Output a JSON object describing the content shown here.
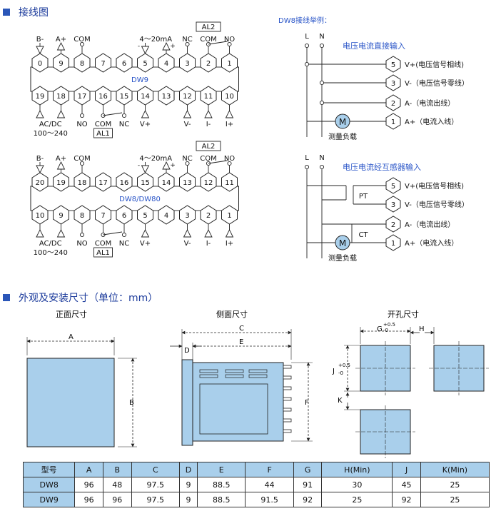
{
  "sections": {
    "wiring": "接线图",
    "dims": "外观及安装尺寸（单位：mm）"
  },
  "dw9": {
    "model": "DW9",
    "top_terminals": [
      "0",
      "9",
      "8",
      "7",
      "6",
      "5",
      "4",
      "3",
      "2",
      "1"
    ],
    "bottom_terminals": [
      "19",
      "18",
      "17",
      "16",
      "15",
      "14",
      "13",
      "12",
      "11",
      "10"
    ],
    "labels": {
      "bminus": "B-",
      "aplus": "A+",
      "com": "COM",
      "ma": "4～20mA",
      "minus": "-",
      "plus": "+",
      "nc": "NC",
      "com2": "COM",
      "no": "NO",
      "al2": "AL2",
      "acdc": "AC/DC",
      "range": "100～240",
      "no2": "NO",
      "com3": "COM",
      "nc2": "NC",
      "al1": "AL1",
      "vplus": "V+",
      "vminus": "V-",
      "iminus": "I-",
      "iplus": "I+"
    }
  },
  "dw8": {
    "model": "DW8/DW80",
    "top_terminals": [
      "20",
      "19",
      "18",
      "17",
      "16",
      "15",
      "14",
      "13",
      "12",
      "11"
    ],
    "bottom_terminals": [
      "10",
      "9",
      "8",
      "7",
      "6",
      "5",
      "4",
      "3",
      "2",
      "1"
    ],
    "labels": {
      "bminus": "B-",
      "aplus": "A+",
      "com": "COM",
      "ma": "4～20mA",
      "minus": "-",
      "plus": "+",
      "nc": "NC",
      "com2": "COM",
      "no": "NO",
      "al2": "AL2",
      "acdc": "AC/DC",
      "range": "100～240",
      "no2": "NO",
      "com3": "COM",
      "nc2": "NC",
      "al1": "AL1",
      "vplus": "V+",
      "vminus": "V-",
      "iminus": "I-",
      "iplus": "I+"
    }
  },
  "example": {
    "title": "DW8接线举例：",
    "L": "L",
    "N": "N",
    "direct_title": "电压电流直接输入",
    "ct_title": "电压电流经互感器输入",
    "terms": [
      "5",
      "3",
      "2",
      "1"
    ],
    "term_labels": [
      "V+(电压信号相线)",
      "V-（电压信号零线）",
      "A-（电流出线）",
      "A+（电流入线）"
    ],
    "motor": "M",
    "load": "测量负载",
    "pt": "PT",
    "ct": "CT"
  },
  "views": {
    "front": "正面尺寸",
    "side": "侧面尺寸",
    "cutout": "开孔尺寸",
    "A": "A",
    "B": "B",
    "C": "C",
    "D": "D",
    "E": "E",
    "F": "F",
    "G": "G",
    "G_tol_plus": "+0.5",
    "G_tol_minus": "-0",
    "H": "H",
    "J": "J",
    "J_tol_plus": "+0.5",
    "J_tol_minus": "-0",
    "K": "K"
  },
  "table": {
    "headers": [
      "型号",
      "A",
      "B",
      "C",
      "D",
      "E",
      "F",
      "G",
      "H(Min)",
      "J",
      "K(Min)"
    ],
    "rows": [
      [
        "DW8",
        "96",
        "48",
        "97.5",
        "9",
        "88.5",
        "44",
        "91",
        "30",
        "45",
        "25"
      ],
      [
        "DW9",
        "96",
        "96",
        "97.5",
        "9",
        "88.5",
        "91.5",
        "92",
        "25",
        "92",
        "25"
      ]
    ]
  },
  "colors": {
    "accent": "#2a56b8",
    "title_text": "#1d3c9c",
    "panel_fill": "#a9cfeb",
    "table_header": "#a9cfeb",
    "blue_text": "#2b56c8"
  }
}
